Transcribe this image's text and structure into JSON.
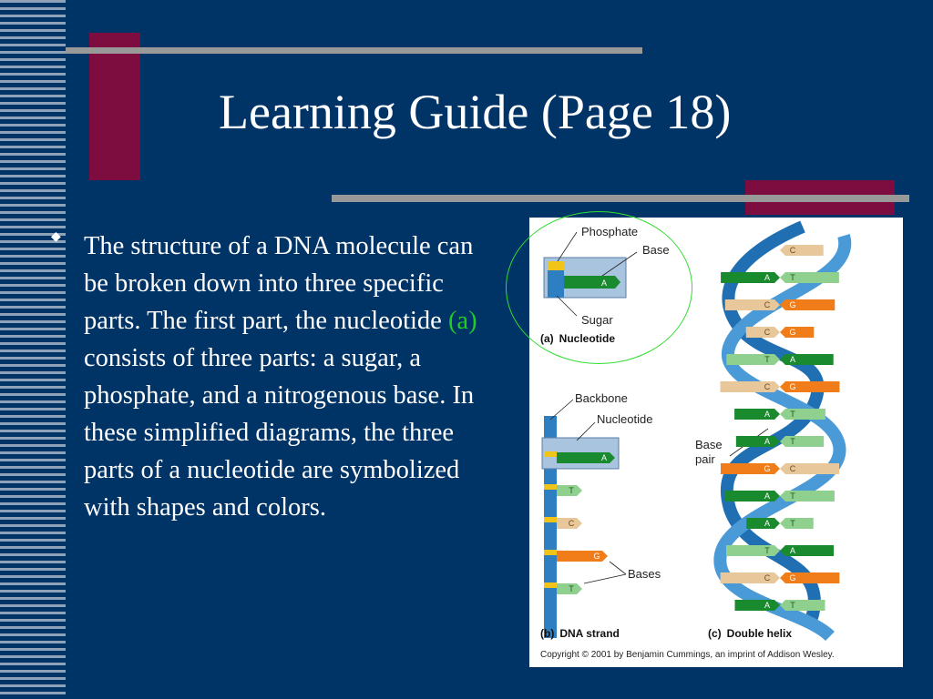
{
  "slide": {
    "title": "Learning Guide (Page 18)",
    "bullet": {
      "text_before": "The structure of a DNA molecule can be broken down into three specific parts.  The first part, the nucleotide ",
      "highlight": "(a)",
      "text_after": " consists of three parts: a sugar, a phosphate, and a nitrogenous base.  In these simplified diagrams, the three parts of a nucleotide are symbolized with shapes and colors."
    }
  },
  "figure": {
    "nucleotide": {
      "phosphate_label": "Phosphate",
      "base_label": "Base",
      "sugar_label": "Sugar",
      "caption_letter": "(a)",
      "caption_text": "Nucleotide",
      "base_letter": "A"
    },
    "strand": {
      "backbone_label": "Backbone",
      "nucleotide_label": "Nucleotide",
      "bases_label": "Bases",
      "caption_letter": "(b)",
      "caption_text": "DNA strand",
      "bases": [
        "A",
        "T",
        "C",
        "G",
        "T"
      ]
    },
    "helix": {
      "base_pair_label": "Base pair",
      "caption_letter": "(c)",
      "caption_text": "Double helix",
      "pairs": [
        [
          "",
          "C"
        ],
        [
          "A",
          "T"
        ],
        [
          "C",
          "G"
        ],
        [
          "C",
          "G"
        ],
        [
          "T",
          "A"
        ],
        [
          "C",
          "G"
        ],
        [
          "A",
          "T"
        ],
        [
          "A",
          "T"
        ],
        [
          "G",
          "C"
        ],
        [
          "A",
          "T"
        ],
        [
          "A",
          "T"
        ],
        [
          "T",
          "A"
        ],
        [
          "C",
          "G"
        ],
        [
          "A",
          "T"
        ]
      ]
    },
    "copyright": "Copyright © 2001 by Benjamin Cummings, an imprint of Addison Wesley.",
    "colors": {
      "A": "#1a8a2e",
      "T": "#8fd08f",
      "C": "#e8c79a",
      "G": "#f07d1a",
      "backbone_blue": "#2e7fc1",
      "backbone_yellow": "#f0c419",
      "ring": "#33dd33"
    }
  }
}
